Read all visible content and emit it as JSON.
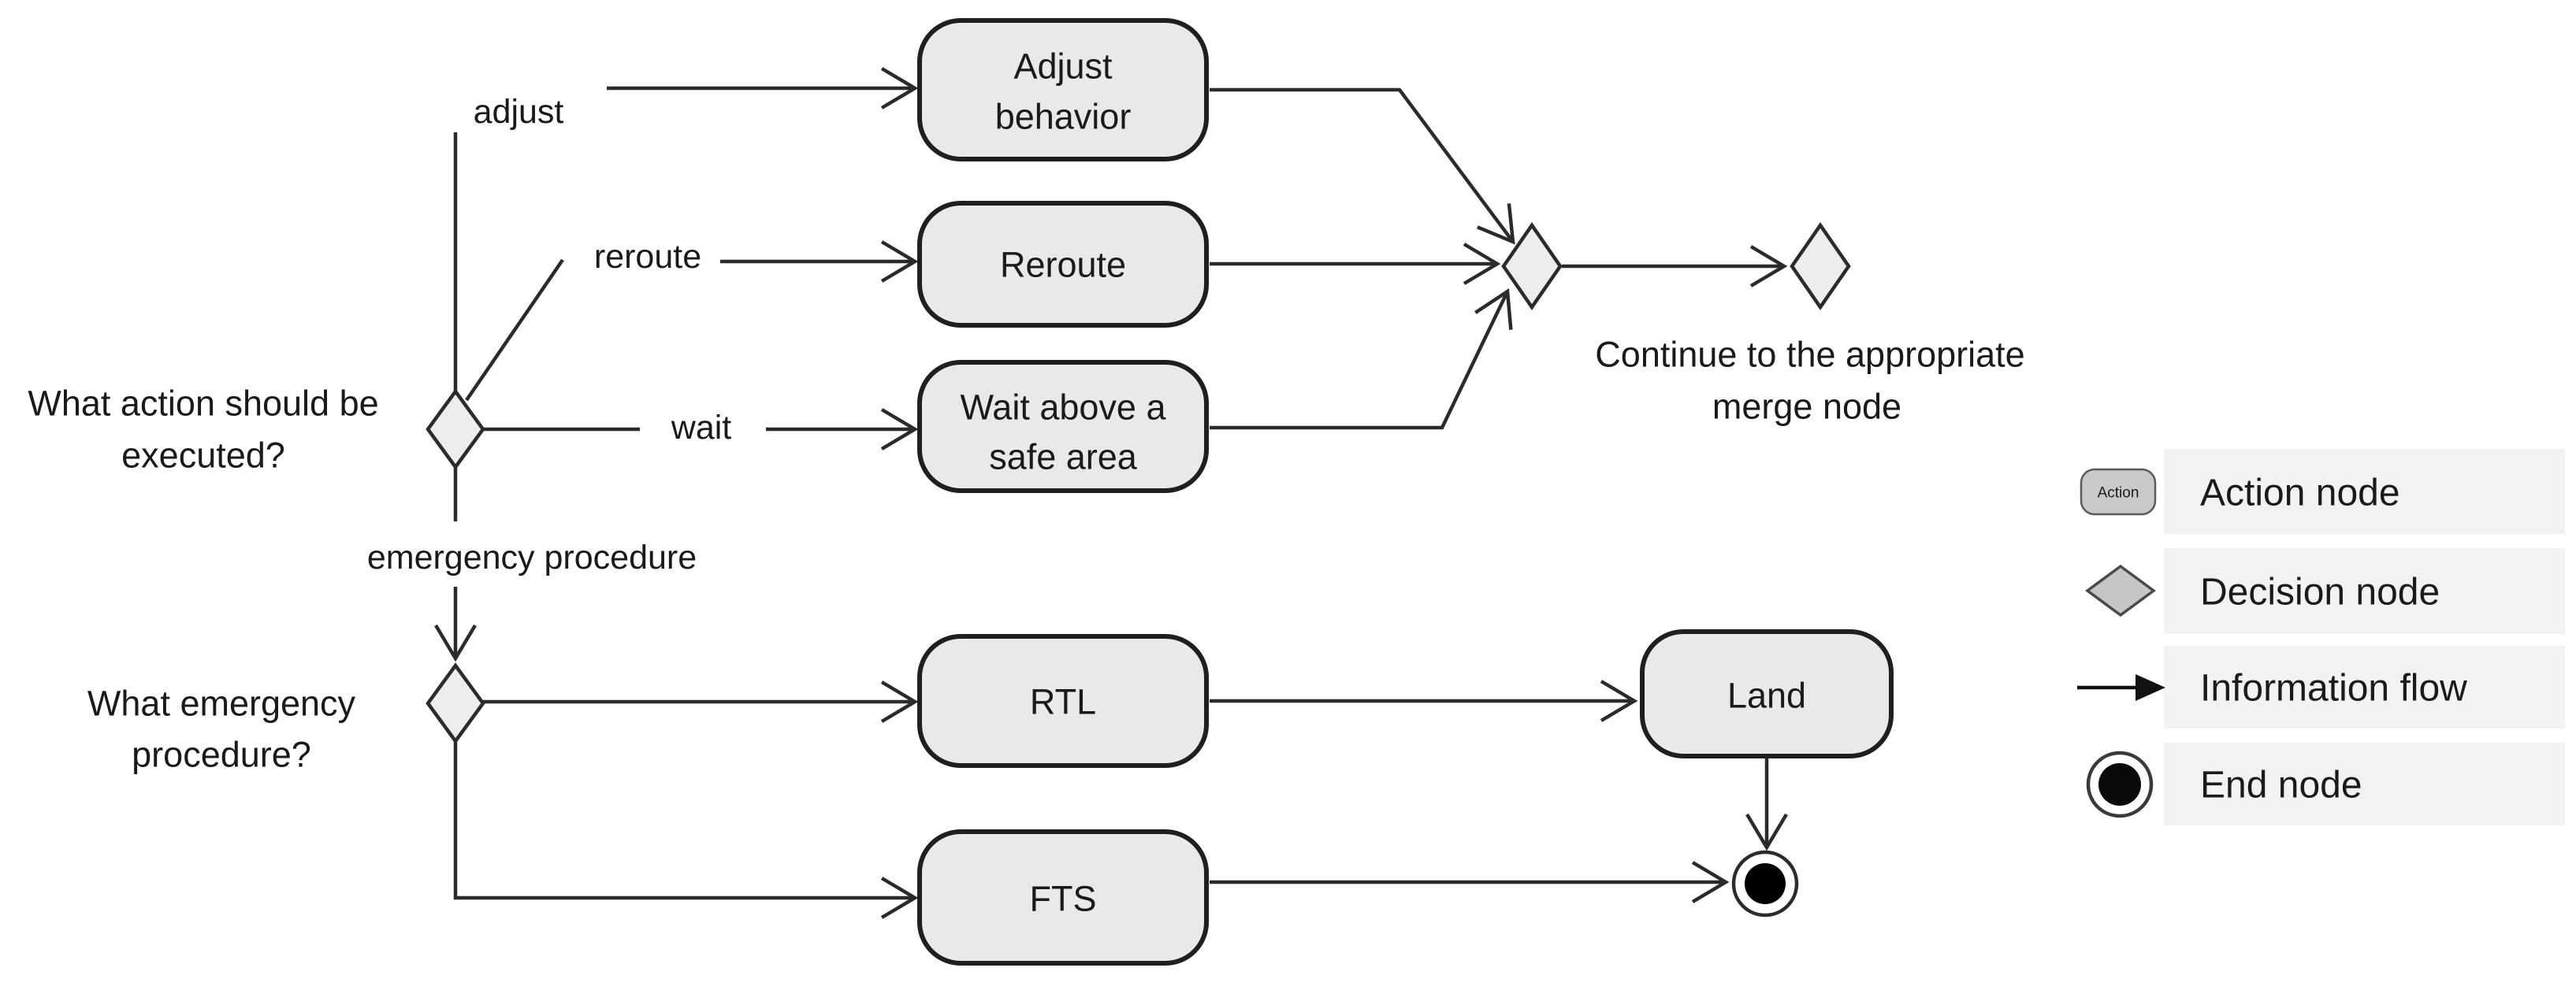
{
  "colors": {
    "node_fill": "#e9e9e9",
    "node_border": "#1f1f1f",
    "diamond_fill": "#ededed",
    "line": "#2b2b2b",
    "text": "#1a1a1a",
    "legend_bar": "#f2f2f2",
    "legend_symbol_fill": "#c9c9c9",
    "legend_symbol_border": "#5a5a5a",
    "end_node": "#000000"
  },
  "diagram": {
    "decision_questions": {
      "action": {
        "line1": "What action should be",
        "line2": "executed?"
      },
      "emergency": {
        "line1": "What emergency",
        "line2": "procedure?"
      }
    },
    "edge_labels": {
      "adjust": "adjust",
      "reroute": "reroute",
      "wait": "wait",
      "emergency": "emergency procedure"
    },
    "nodes": {
      "adjust_behavior": {
        "line1": "Adjust",
        "line2": "behavior"
      },
      "reroute": "Reroute",
      "wait": {
        "line1": "Wait above a",
        "line2": "safe area"
      },
      "rtl": "RTL",
      "fts": "FTS",
      "land": "Land"
    },
    "notes": {
      "continue": {
        "line1": "Continue to the appropriate",
        "line2": "merge node"
      }
    }
  },
  "legend": {
    "action_symbol_label": "Action",
    "items": [
      {
        "label": "Action node"
      },
      {
        "label": "Decision node"
      },
      {
        "label": "Information flow"
      },
      {
        "label": "End node"
      }
    ]
  }
}
